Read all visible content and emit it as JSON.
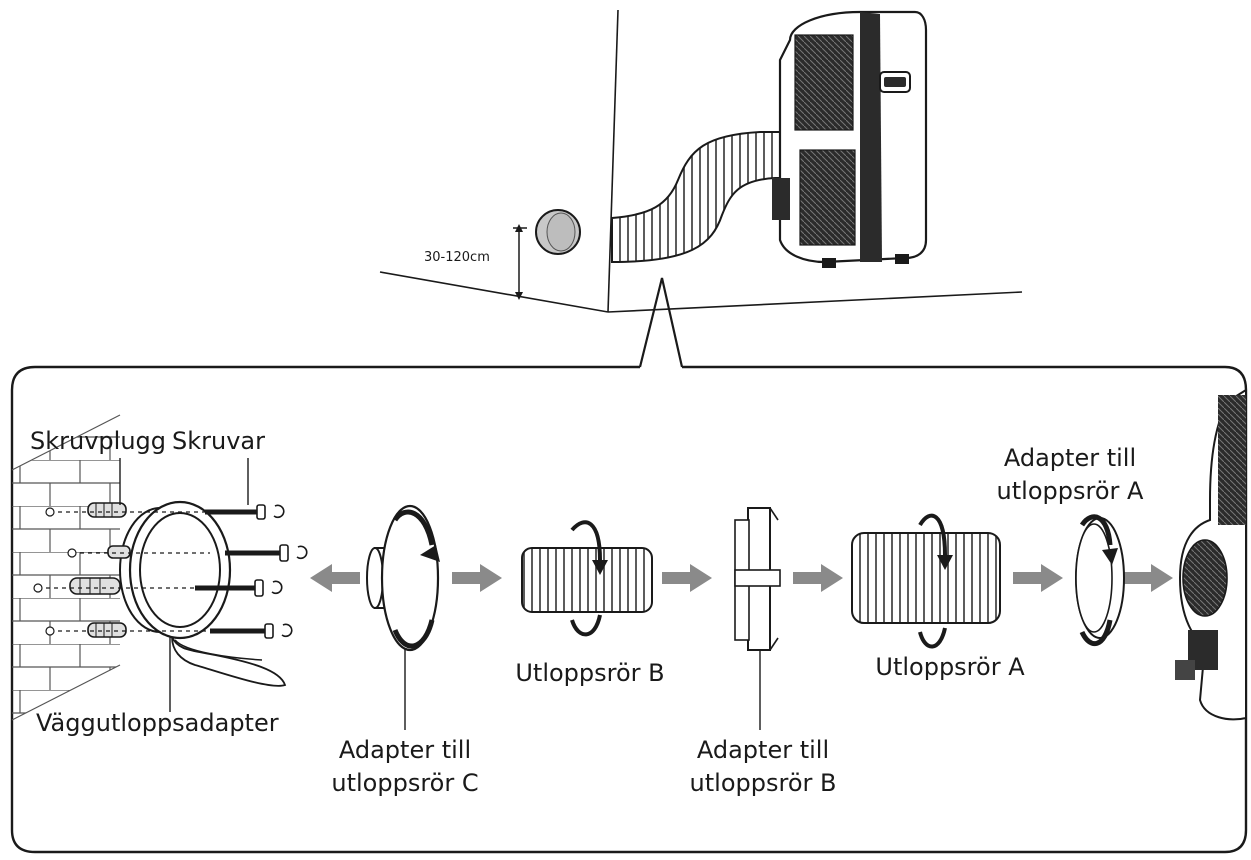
{
  "top_scene": {
    "height_label": "30-120cm"
  },
  "labels": {
    "skruvplugg": "Skruvplugg",
    "skruvar": "Skruvar",
    "vaggutloppsadapter": "Väggutloppsadapter",
    "adapter_c": [
      "Adapter till",
      "utloppsrör C"
    ],
    "hose_b": "Utloppsrör B",
    "adapter_b": [
      "Adapter till",
      "utloppsrör B"
    ],
    "hose_a": "Utloppsrör A",
    "adapter_a": [
      "Adapter till",
      "utloppsrör A"
    ]
  },
  "colors": {
    "line": "#1a1a1a",
    "arrow": "#8a8a8a",
    "fill_dark": "#2b2b2b",
    "fill_light": "#ffffff",
    "grey": "#bdbdbd"
  }
}
